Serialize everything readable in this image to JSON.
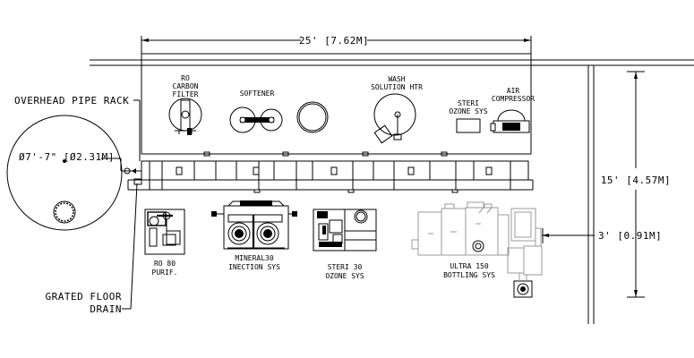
{
  "drawing": {
    "dimensions": {
      "width": "25' [7.62M]",
      "height": "15' [4.57M]",
      "offset": "3' [0.91M]",
      "tank_diameter": "Ø7'-7\" [Ø2.31M]"
    },
    "callouts": {
      "pipe_rack": "OVERHEAD PIPE RACK",
      "drain_line1": "GRATED FLOOR",
      "drain_line2": "DRAIN"
    },
    "equipment_upper": {
      "ro_carbon": [
        "RO",
        "CARBON",
        "FILTER"
      ],
      "softener": [
        "SOFTENER"
      ],
      "wash_htr": [
        "WASH",
        "SOLUTION HTR"
      ],
      "steri_ozone": [
        "STERI",
        "OZONE SYS"
      ],
      "air_compressor": [
        "AIR",
        "COMPRESSOR"
      ]
    },
    "equipment_lower": {
      "ro80": [
        "RO 80",
        "PURIF."
      ],
      "mineral30": [
        "MINERAL30",
        "INECTION SYS"
      ],
      "steri30": [
        "STERI 30",
        "OZONE SYS"
      ],
      "ultra150": [
        "ULTRA 150",
        "BOTTLING SYS"
      ]
    }
  }
}
